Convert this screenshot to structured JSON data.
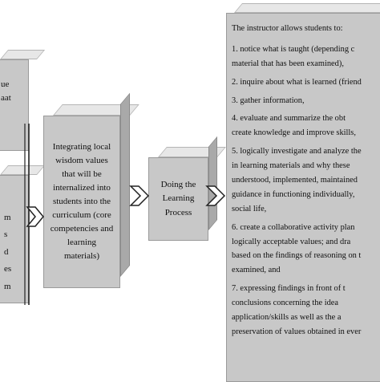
{
  "left_box_top": {
    "fragments": [
      "ue",
      "aat"
    ]
  },
  "left_box_bottom": {
    "fragments": [
      "m",
      "s",
      "d",
      "es",
      "m"
    ]
  },
  "middle_box": {
    "text": "Integrating local wisdom values that will be internalized into students into the curriculum (core competencies and learning materials)"
  },
  "process_box": {
    "text": "Doing the Learning Process"
  },
  "right_box": {
    "intro": "The instructor allows students to:",
    "items": [
      "1. notice what is taught (depending c",
      "material that has been examined),",
      "2. inquire about what is learned (friend",
      "3. gather information,",
      "4. evaluate and summarize the obt",
      "create knowledge and improve skills,",
      "5. logically investigate and analyze the",
      "in learning materials and why these",
      "understood, implemented, maintained",
      "guidance in functioning individually,",
      "social life,",
      "6. create a collaborative activity plan",
      "logically acceptable values; and dra",
      "based on the findings of reasoning on t",
      "examined, and",
      "7. expressing findings in front of t",
      "conclusions concerning the idea",
      "application/skills as well as the a",
      "preservation of values obtained in ever"
    ]
  }
}
